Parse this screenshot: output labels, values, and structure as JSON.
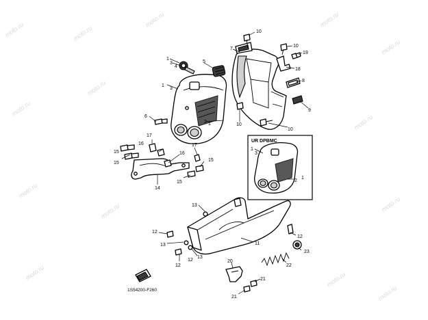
{
  "watermark": {
    "text": "moto.ru"
  },
  "inset": {
    "title": "UR DPBMC"
  },
  "code": {
    "text": "1S54200-F260"
  },
  "callouts": {
    "c1a": "1",
    "c3a": "3",
    "c4": "4",
    "c5": "5",
    "c6": "6",
    "c7": "7",
    "c8": "8",
    "c9": "9",
    "c10a": "10",
    "c10b": "10",
    "c10c": "10",
    "c10d": "10",
    "c2a": "2",
    "c1b": "1",
    "c17a": "17",
    "c16a": "16",
    "c15a": "15",
    "c15b": "15",
    "c16b": "16",
    "c17b": "17",
    "c15c": "15",
    "c15d": "15",
    "c14": "14",
    "c19": "19",
    "c18": "18",
    "c1c": "1",
    "c3b": "3",
    "c2b": "2",
    "c1d": "1",
    "c13a": "13",
    "c12a": "12",
    "c13b": "13",
    "c13c": "13",
    "c12b": "12",
    "c12c": "12",
    "c11": "11",
    "c12d": "12",
    "c23": "23",
    "c22": "22",
    "c20": "20",
    "c21a": "21",
    "c21b": "21"
  }
}
